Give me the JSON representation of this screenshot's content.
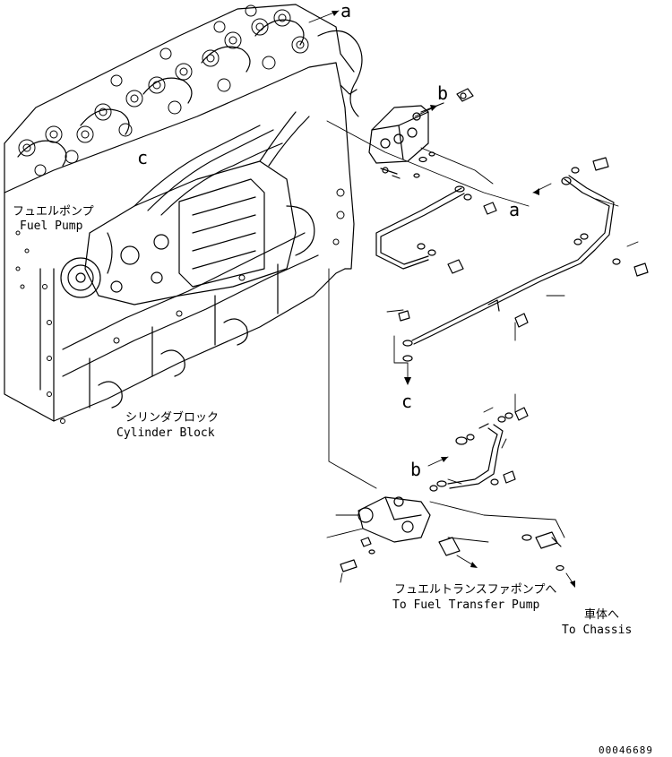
{
  "callouts": {
    "a_top": "a",
    "a_mid": "a",
    "b_top": "b",
    "b_low": "b",
    "c_block": "c",
    "c_low": "c"
  },
  "captions": {
    "fuel_pump_jp": "フュエルポンプ",
    "fuel_pump_en": "Fuel Pump",
    "cylinder_block_jp": "シリンダブロック",
    "cylinder_block_en": "Cylinder Block",
    "transfer_pump_jp": "フュエルトランスファポンプへ",
    "transfer_pump_en": "To Fuel Transfer Pump",
    "chassis_jp": "車体へ",
    "chassis_en": "To Chassis"
  },
  "drawing_code": "00046689"
}
